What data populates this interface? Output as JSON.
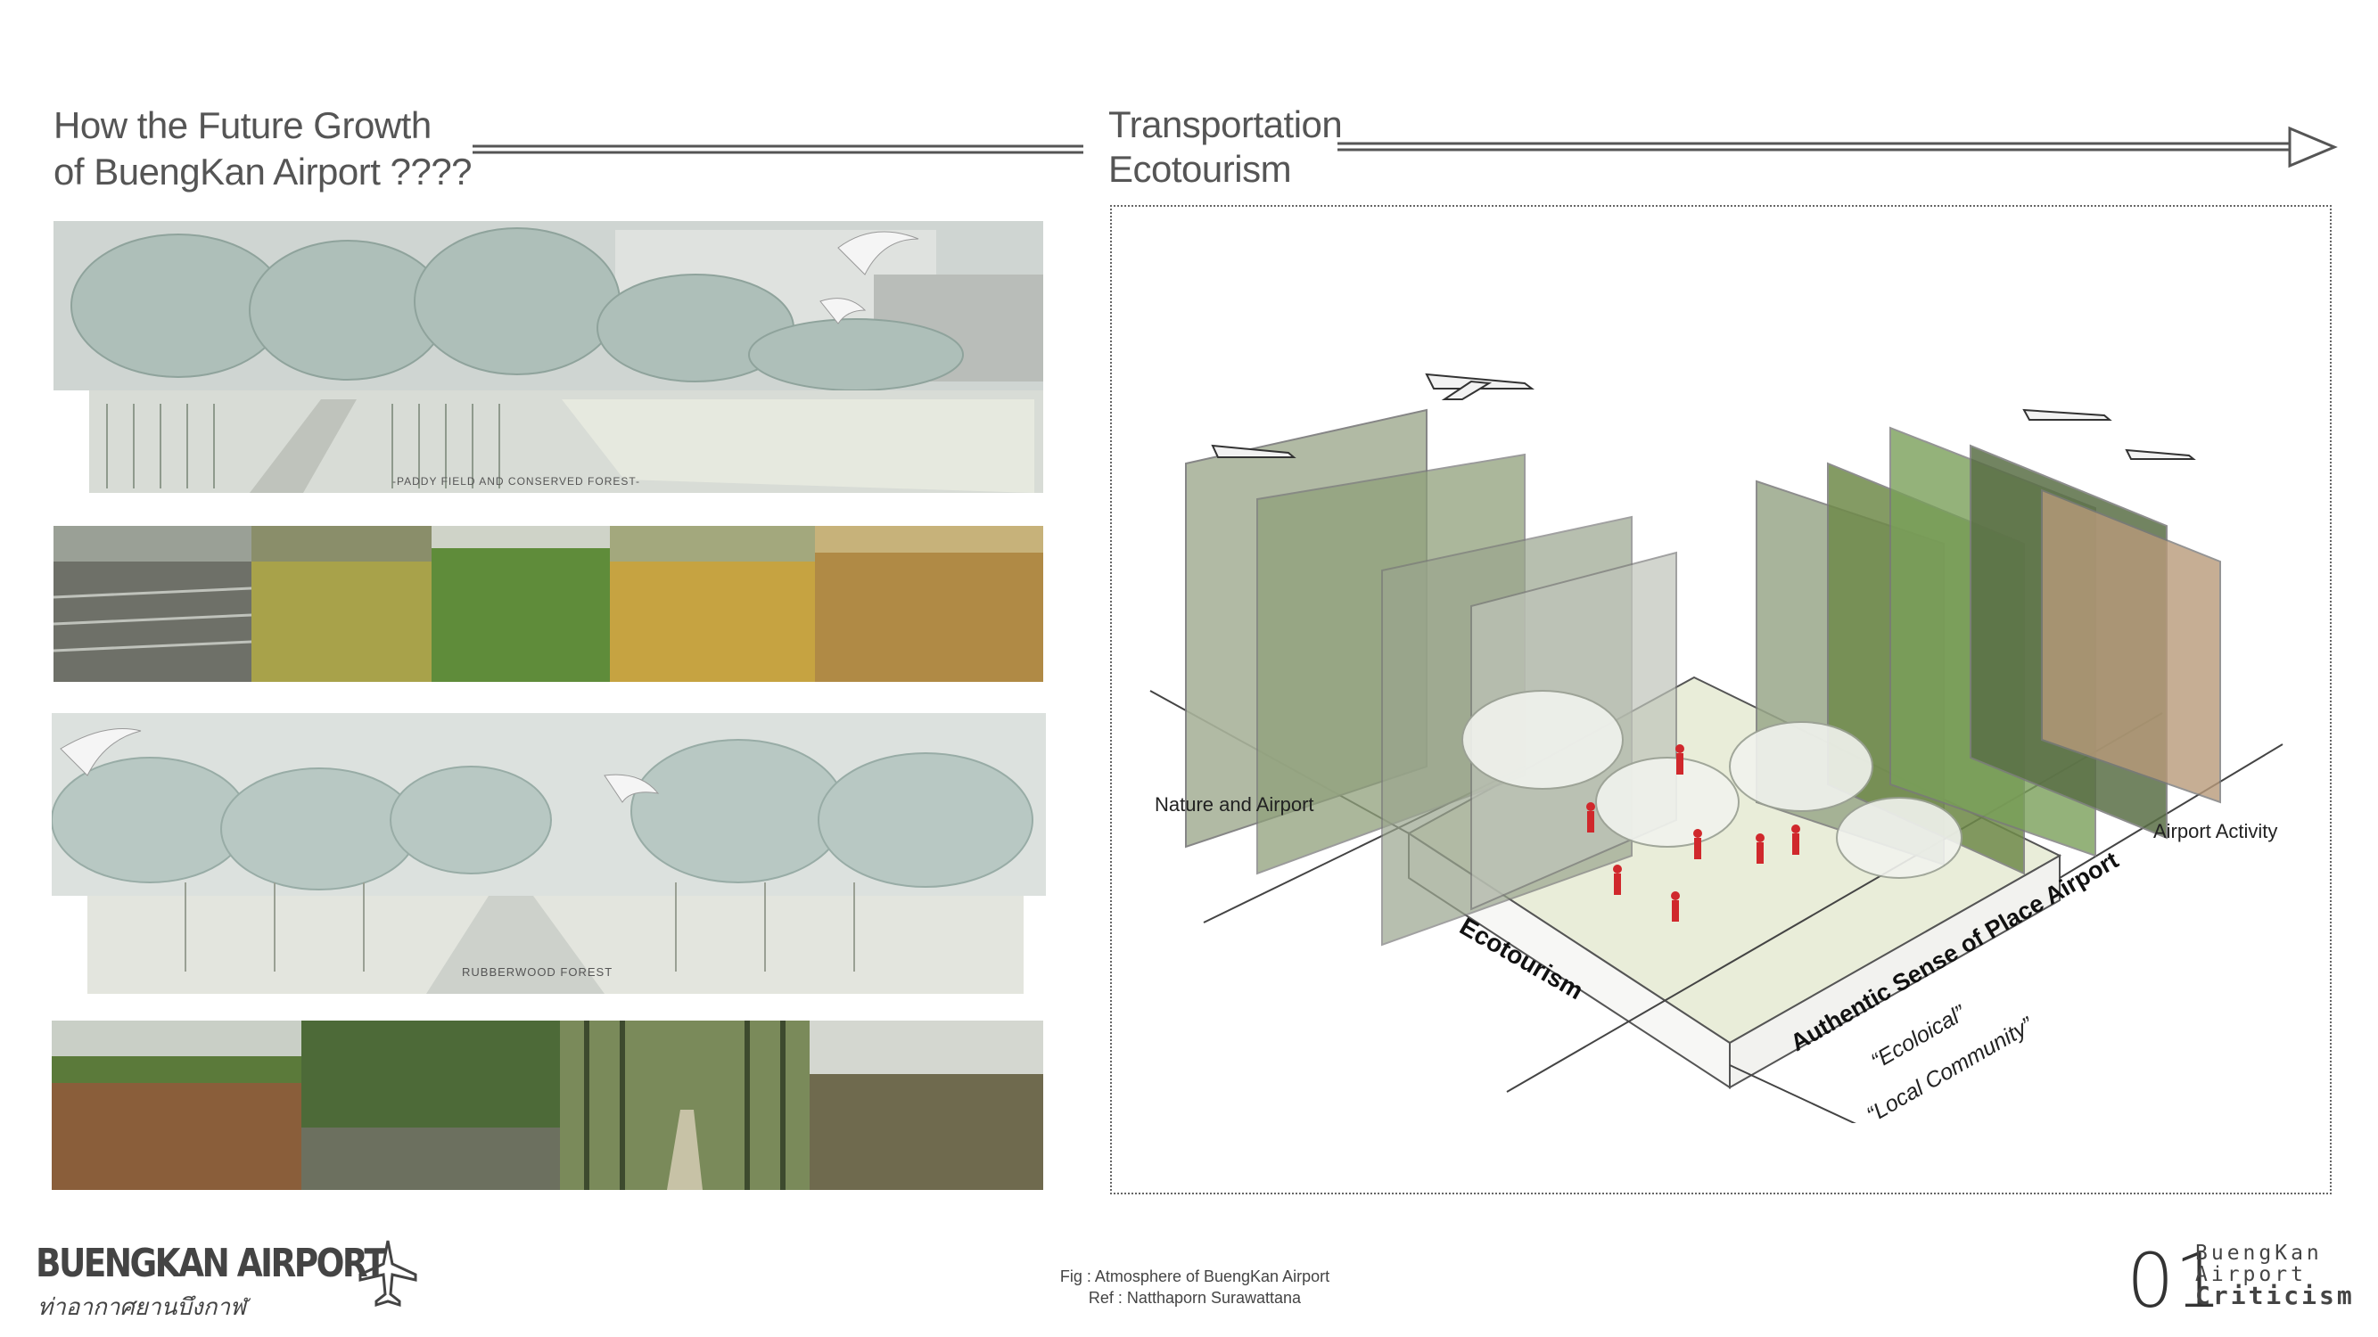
{
  "left_title": {
    "line1": "How the Future Growth",
    "line2": "of BuengKan Airport ????"
  },
  "right_title": {
    "line1": "Transportation",
    "line2": "Ecotourism"
  },
  "panels": {
    "paddy_label": "-PADDY FIELD AND CONSERVED FOREST-",
    "rubber_label": "RUBBERWOOD FOREST"
  },
  "diagram": {
    "nature_label": "Nature and Airport",
    "activity_label": "Airport Activity",
    "ecotourism_label": "Ecotourism",
    "sense_label": "Authentic Sense of Place Airport",
    "ecological_label": "“Ecoloical”",
    "community_label": "“Local Community”"
  },
  "caption": {
    "line1": "Fig : Atmosphere of BuengKan Airport",
    "line2": "Ref : Natthaporn Surawattana"
  },
  "logo": {
    "main": "BUENGKAN AIRPORT",
    "sub": "ท่าอากาศยานบึงกาฬ"
  },
  "corner": {
    "number": "01",
    "line1": "BuengKan",
    "line2": "Airport",
    "line3": "Criticism"
  },
  "icons": [
    "arrow-icon",
    "airplane-icon"
  ],
  "colors": {
    "accent_red": "#d0282c",
    "text": "#555555",
    "green": "#7fa05a"
  }
}
